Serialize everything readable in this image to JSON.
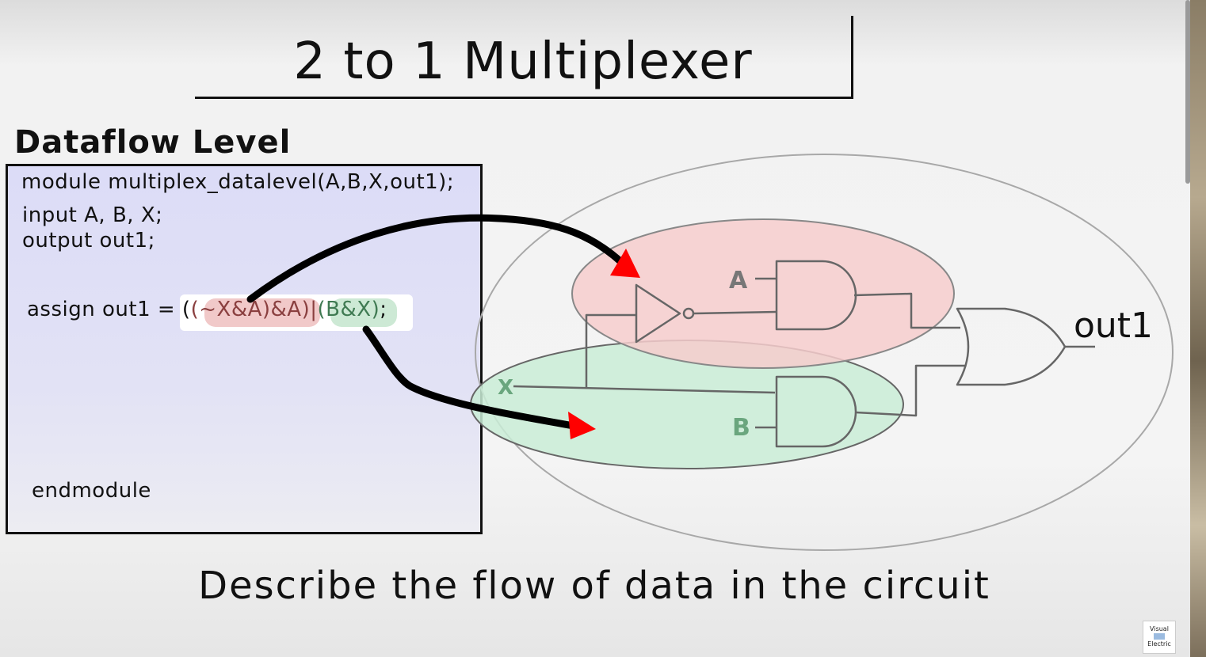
{
  "title": "2 to 1 Multiplexer",
  "section_label": "Dataflow Level",
  "code": {
    "line1": "module multiplex_datalevel(A,B,X,out1);",
    "line2": "input A, B, X;",
    "line3": "output out1;",
    "assign_prefix": "assign out1 = (",
    "assign_red": "(~X&A)&A)",
    "assign_bar": "|",
    "assign_green": "(B&X)",
    "assign_suffix": ";",
    "endmodule": "endmodule"
  },
  "circuit": {
    "input_a": "A",
    "input_x": "X",
    "input_b": "B",
    "output": "out1"
  },
  "footer": "Describe the flow of data in the circuit",
  "watermark": {
    "line1": "Visual",
    "line2": "Electric"
  },
  "colors": {
    "red_group": "#f6cccc",
    "green_group": "#c9ecd6",
    "arrow_head": "#ff0000",
    "code_bg": "#dcdcf7"
  }
}
